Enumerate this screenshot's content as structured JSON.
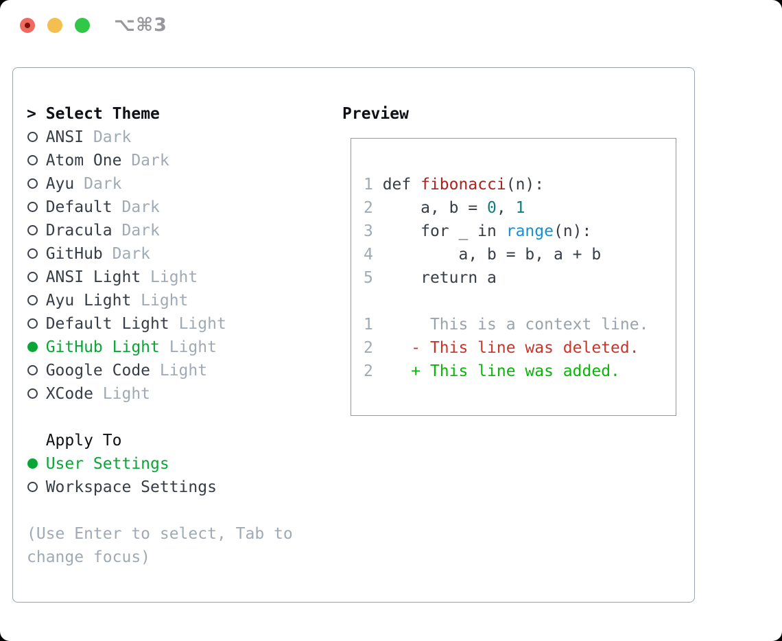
{
  "window": {
    "title": "⌥⌘3",
    "traffic_lights": [
      "close",
      "minimize",
      "zoom"
    ]
  },
  "theme_selector": {
    "header_prefix": ">",
    "header": "Select Theme",
    "themes": [
      {
        "name": "ANSI",
        "variant": "Dark",
        "selected": false
      },
      {
        "name": "Atom One",
        "variant": "Dark",
        "selected": false
      },
      {
        "name": "Ayu",
        "variant": "Dark",
        "selected": false
      },
      {
        "name": "Default",
        "variant": "Dark",
        "selected": false
      },
      {
        "name": "Dracula",
        "variant": "Dark",
        "selected": false
      },
      {
        "name": "GitHub",
        "variant": "Dark",
        "selected": false
      },
      {
        "name": "ANSI Light",
        "variant": "Light",
        "selected": false
      },
      {
        "name": "Ayu Light",
        "variant": "Light",
        "selected": false
      },
      {
        "name": "Default Light",
        "variant": "Light",
        "selected": false
      },
      {
        "name": "GitHub Light",
        "variant": "Light",
        "selected": true
      },
      {
        "name": "Google Code",
        "variant": "Light",
        "selected": false
      },
      {
        "name": "XCode",
        "variant": "Light",
        "selected": false
      }
    ]
  },
  "apply_to": {
    "header": "Apply To",
    "options": [
      {
        "label": "User Settings",
        "selected": true
      },
      {
        "label": "Workspace Settings",
        "selected": false
      }
    ]
  },
  "hint": {
    "line1": "(Use Enter to select, Tab to",
    "line2": "change focus)"
  },
  "preview": {
    "title": "Preview",
    "lines": [
      {
        "segments": [
          {
            "color": "lineno",
            "text": "1"
          },
          {
            "color": "fg",
            "text": " def "
          },
          {
            "color": "func",
            "text": "fibonacci"
          },
          {
            "color": "fg",
            "text": "(n):"
          }
        ]
      },
      {
        "segments": [
          {
            "color": "lineno",
            "text": "2"
          },
          {
            "color": "fg",
            "text": "     a, b = "
          },
          {
            "color": "num",
            "text": "0"
          },
          {
            "color": "fg",
            "text": ", "
          },
          {
            "color": "num",
            "text": "1"
          }
        ]
      },
      {
        "segments": [
          {
            "color": "lineno",
            "text": "3"
          },
          {
            "color": "fg",
            "text": "     for _ in "
          },
          {
            "color": "builtin",
            "text": "range"
          },
          {
            "color": "fg",
            "text": "(n):"
          }
        ]
      },
      {
        "segments": [
          {
            "color": "lineno",
            "text": "4"
          },
          {
            "color": "fg",
            "text": "         a, b = b, a + b"
          }
        ]
      },
      {
        "segments": [
          {
            "color": "lineno",
            "text": "5"
          },
          {
            "color": "fg",
            "text": "     return a"
          }
        ]
      },
      {
        "segments": []
      },
      {
        "segments": [
          {
            "color": "lineno",
            "text": "1"
          },
          {
            "color": "context",
            "text": "      This is a context line."
          }
        ]
      },
      {
        "segments": [
          {
            "color": "lineno",
            "text": "2"
          },
          {
            "color": "deleted",
            "text": "    - This line was deleted."
          }
        ]
      },
      {
        "segments": [
          {
            "color": "lineno",
            "text": "2"
          },
          {
            "color": "added",
            "text": "    + This line was added."
          }
        ]
      }
    ]
  },
  "colors": {
    "selection_green": "#0aa537",
    "text": "#373d46",
    "muted_gray": "#a0aab4",
    "header_black": "#0d1115",
    "function_red": "#a92420",
    "number_teal": "#0d7d80",
    "builtin_blue": "#1590d2",
    "diff_context": "#9aa3ac",
    "diff_deleted": "#c93528",
    "diff_added": "#09b509",
    "traffic_red": "#ee6a5e",
    "traffic_yellow": "#f5bf4f",
    "traffic_green": "#33c748"
  }
}
